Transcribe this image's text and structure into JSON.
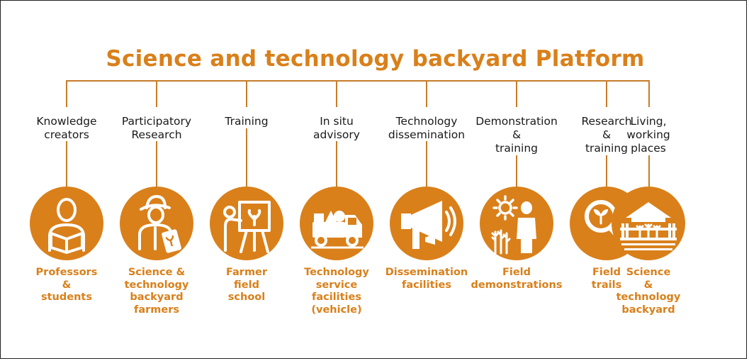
{
  "title": "Science and technology backyard Platform",
  "colors": {
    "accent": "#d9801b",
    "line": "#c77c2a",
    "text": "#1a1a1a"
  },
  "items": [
    {
      "category": [
        "Knowledge",
        "creators"
      ],
      "label": [
        "Professors",
        "&",
        "students"
      ],
      "icon": "reader-icon"
    },
    {
      "category": [
        "Participatory",
        "Research"
      ],
      "label": [
        "Science &",
        "technology",
        "backyard",
        "farmers"
      ],
      "icon": "farmer-tablet-icon"
    },
    {
      "category": [
        "Training"
      ],
      "label": [
        "Farmer",
        "field",
        "school"
      ],
      "icon": "presentation-board-icon"
    },
    {
      "category": [
        "In situ",
        "advisory"
      ],
      "label": [
        "Technology",
        "service",
        "facilities",
        "(vehicle)"
      ],
      "icon": "truck-icon"
    },
    {
      "category": [
        "Technology",
        "dissemination"
      ],
      "label": [
        "Dissemination",
        "facilities"
      ],
      "icon": "megaphone-icon"
    },
    {
      "category": [
        "Demonstration",
        "&",
        "training"
      ],
      "label": [
        "Field",
        "demonstrations"
      ],
      "icon": "farmer-sun-wheat-icon"
    },
    {
      "category": [
        "Research",
        "&",
        "training"
      ],
      "label": [
        "Field",
        "trails"
      ],
      "icon": "magnifier-seedling-icon"
    },
    {
      "category": [
        "Living,",
        "working",
        "places"
      ],
      "label": [
        "Science",
        "&",
        "technology",
        "backyard"
      ],
      "icon": "farmhouse-icon"
    }
  ]
}
